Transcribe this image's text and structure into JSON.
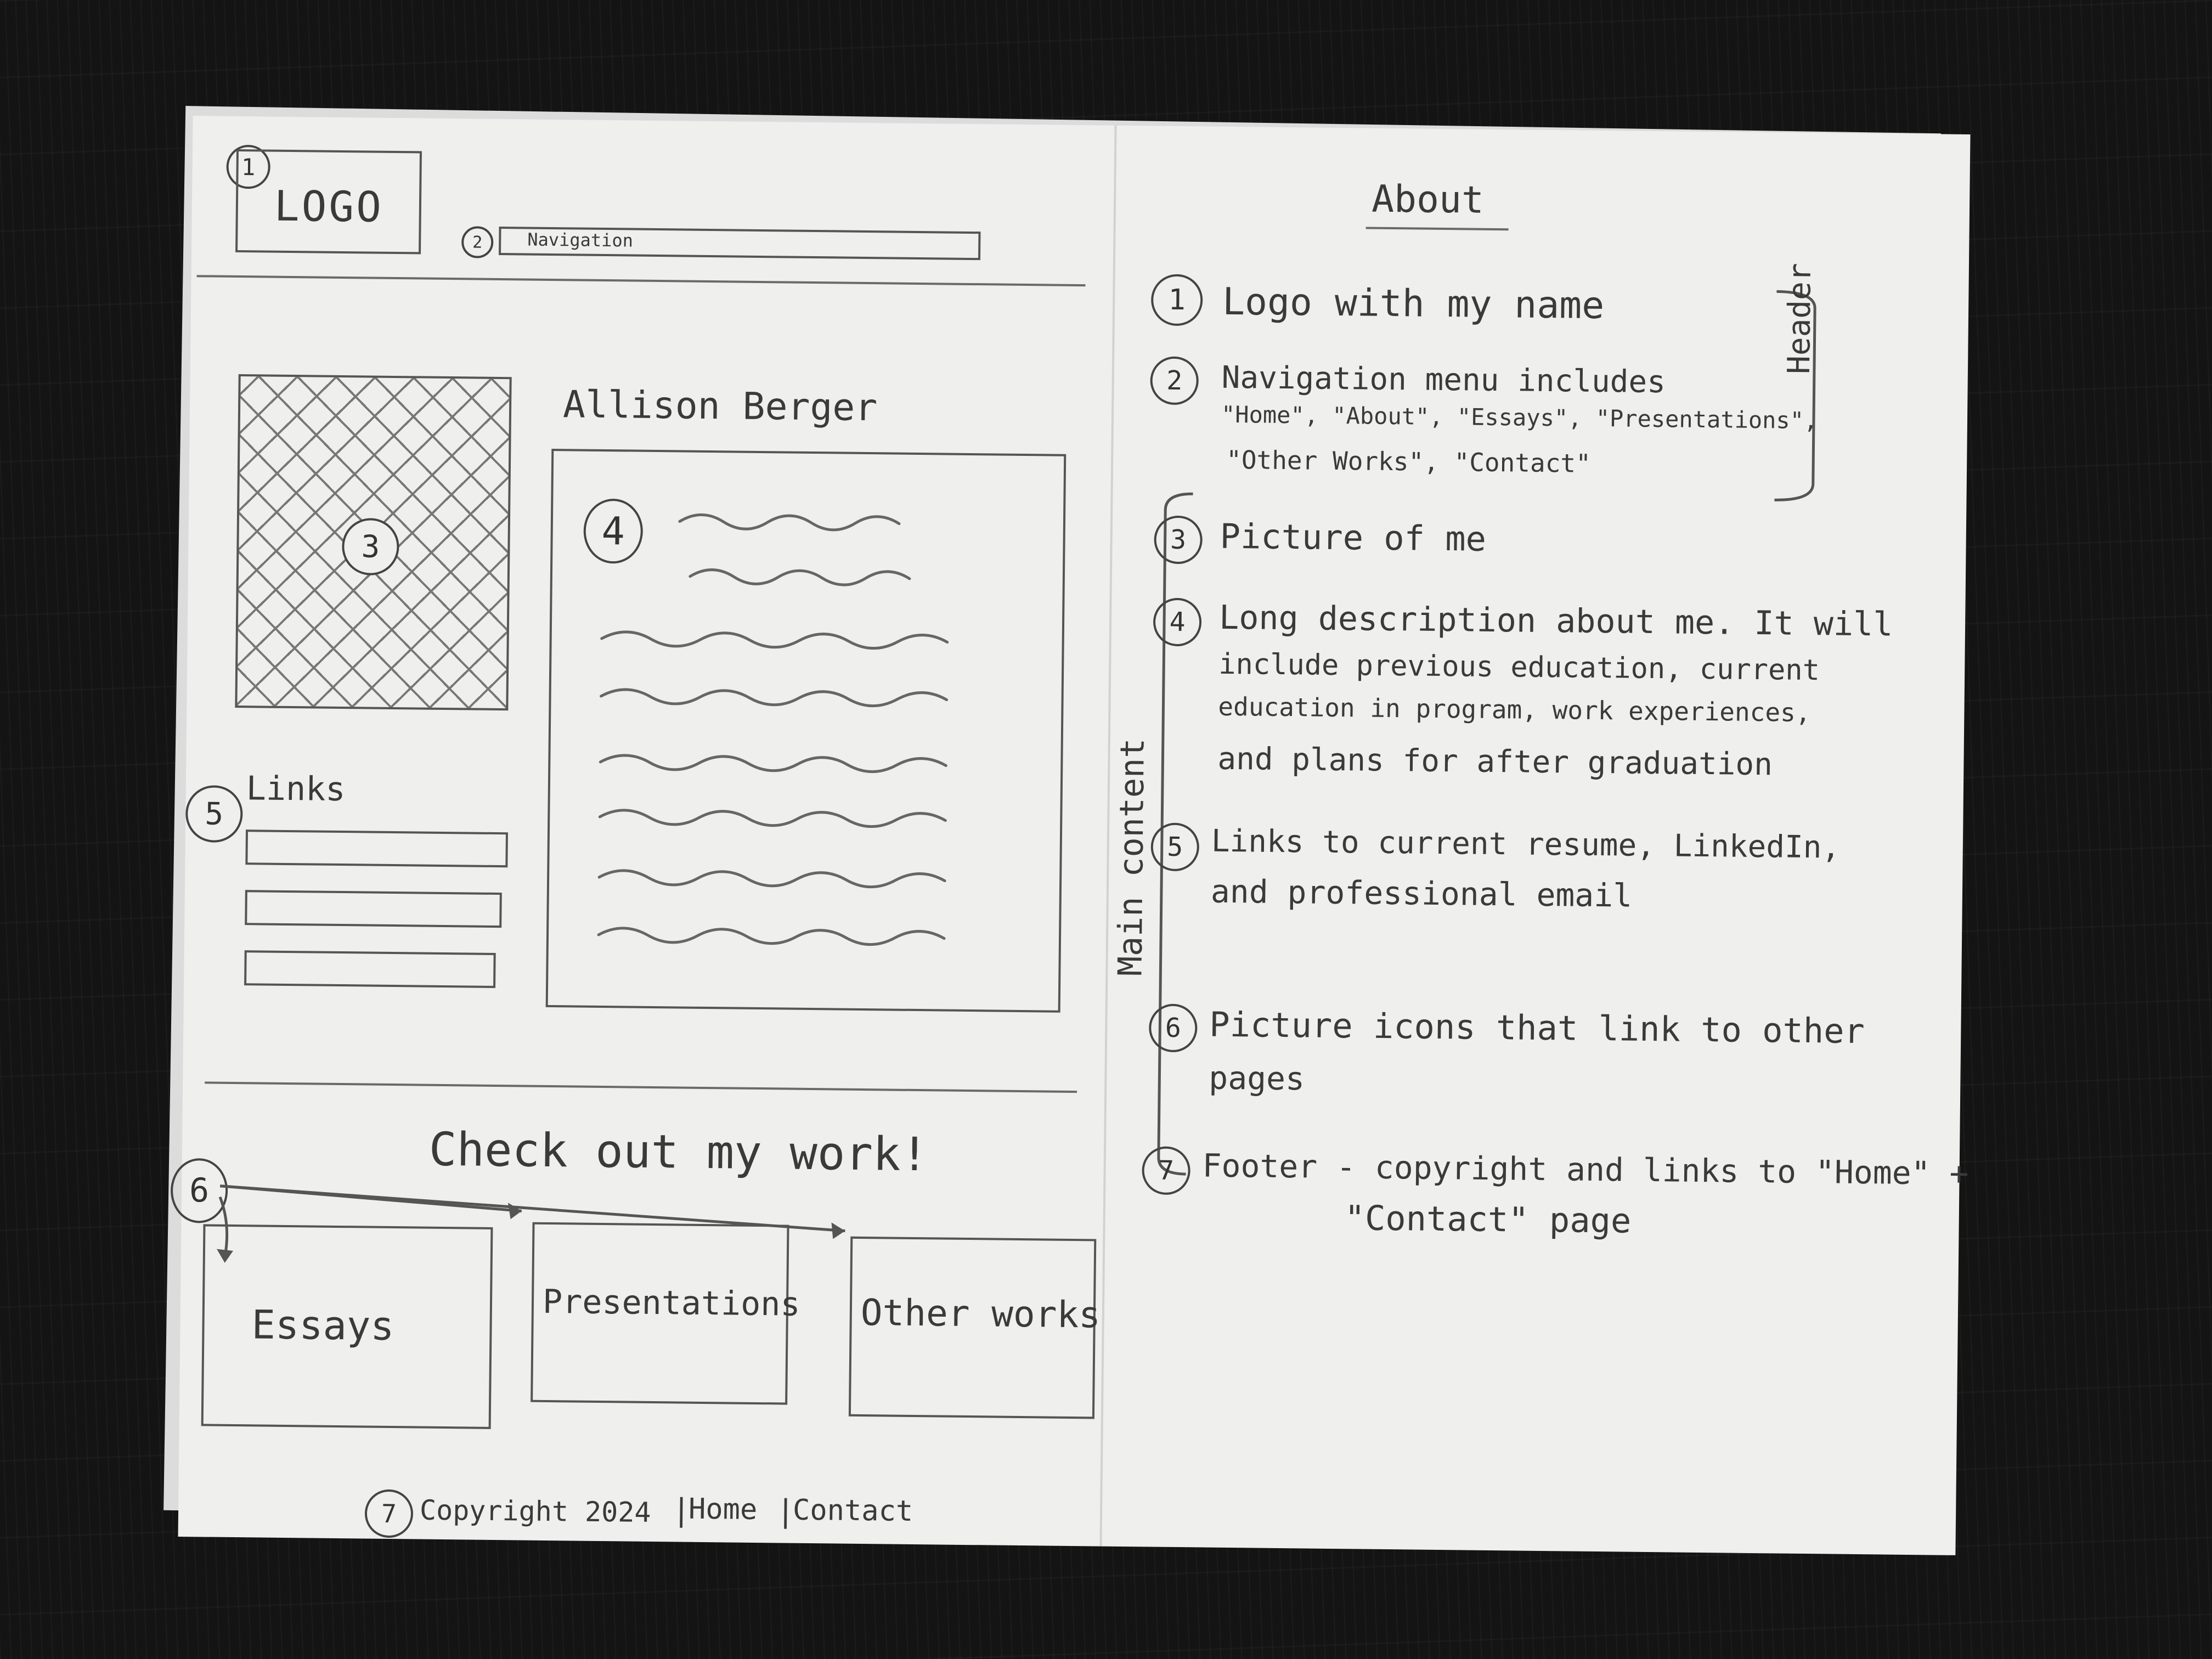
{
  "wireframe": {
    "logo_label": "LOGO",
    "navigation_label": "Navigation",
    "name": "Allison Berger",
    "links_heading": "Links",
    "section_heading": "Check out my work!",
    "cards": [
      "Essays",
      "Presentations",
      "Other works"
    ],
    "footer": {
      "copyright": "Copyright 2024",
      "home": "Home",
      "contact": "Contact"
    },
    "markers": [
      "1",
      "2",
      "3",
      "4",
      "5",
      "6",
      "7"
    ]
  },
  "notes": {
    "title": "About",
    "header_bracket_label": "Header",
    "main_bracket_label": "Main content",
    "items": [
      {
        "num": "1",
        "lines": [
          "Logo  with  my  name"
        ]
      },
      {
        "num": "2",
        "lines": [
          "Navigation  menu  includes",
          "\"Home\", \"About\", \"Essays\", \"Presentations\",",
          "\"Other Works\",  \"Contact\""
        ]
      },
      {
        "num": "3",
        "lines": [
          "Picture  of  me"
        ]
      },
      {
        "num": "4",
        "lines": [
          "Long  description  about  me. It will",
          "include  previous education, current",
          "education in program, work experiences,",
          "and  plans  for  after graduation"
        ]
      },
      {
        "num": "5",
        "lines": [
          "Links  to  current resume, LinkedIn,",
          "and professional email"
        ]
      },
      {
        "num": "6",
        "lines": [
          "Picture  icons  that  link to other",
          "pages"
        ]
      },
      {
        "num": "7",
        "lines": [
          "Footer  - copyright  and  links to \"Home\" +",
          "\"Contact\"  page"
        ]
      }
    ]
  }
}
